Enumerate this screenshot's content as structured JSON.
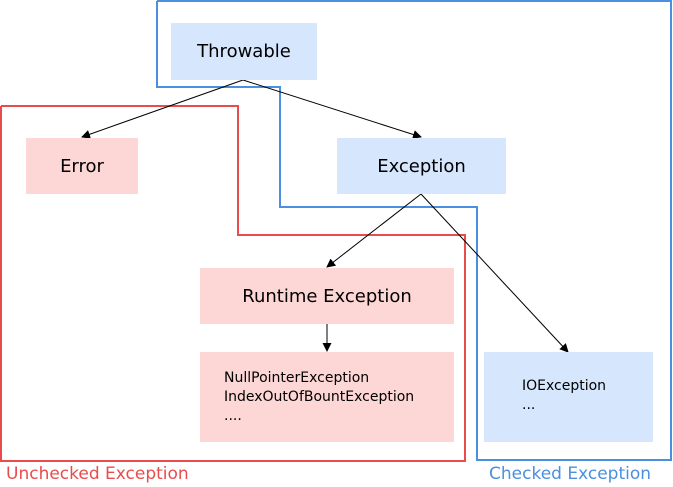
{
  "nodes": {
    "throwable": "Throwable",
    "error": "Error",
    "exception": "Exception",
    "runtime_exception": "Runtime Exception",
    "unchecked_list": [
      "NullPointerException",
      "IndexOutOfBountException",
      "...."
    ],
    "checked_list": [
      "IOException",
      "..."
    ]
  },
  "regions": {
    "unchecked": {
      "label": "Unchecked Exception",
      "color": "#e84c4c"
    },
    "checked": {
      "label": "Checked Exception",
      "color": "#4a8fe0"
    }
  },
  "colors": {
    "blue_box": "#d6e6fd",
    "red_box": "#fdd6d6",
    "arrow": "#000000"
  }
}
